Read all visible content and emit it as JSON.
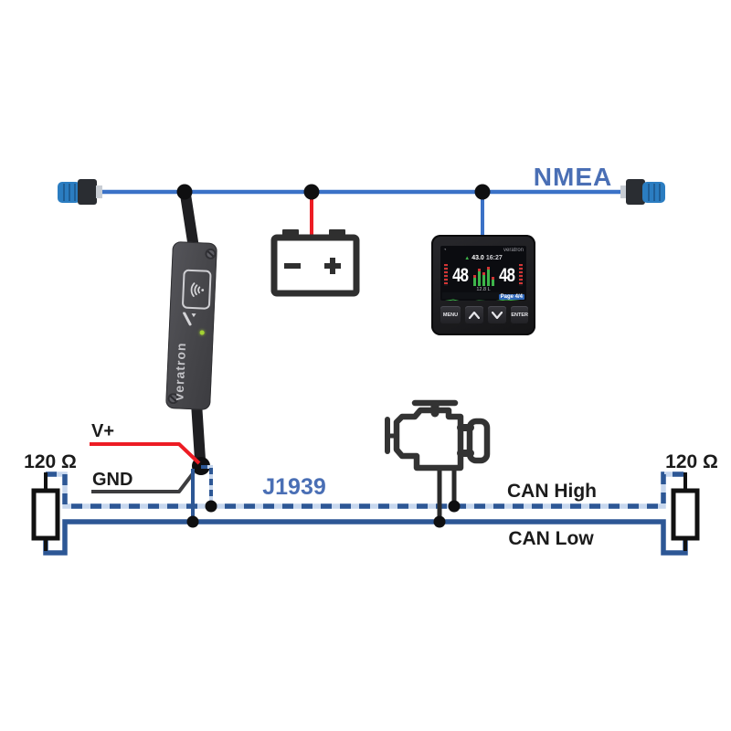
{
  "labels": {
    "nmea": "NMEA",
    "j1939": "J1939",
    "can_high": "CAN High",
    "can_low": "CAN Low",
    "terminator_left": "120 Ω",
    "terminator_right": "120 Ω",
    "v_plus": "V+",
    "gnd": "GND"
  },
  "device": {
    "brand": "veratron"
  },
  "display": {
    "brand": "veratron",
    "time": "16:27",
    "center_value": "43.0",
    "left_value": "48",
    "right_value": "48",
    "fuel": "12.8 L",
    "page": "Page 4/4",
    "menu_button": "MENU",
    "enter_button": "ENTER"
  },
  "colors": {
    "nmea_line": "#3b72c7",
    "bus_label_blue": "#4a6fb5",
    "can_dark": "#2d5795",
    "can_light": "#c7d7ee",
    "power_red": "#ed1c24",
    "wire_gray": "#3d3d3f",
    "icon_dark": "#303030"
  }
}
